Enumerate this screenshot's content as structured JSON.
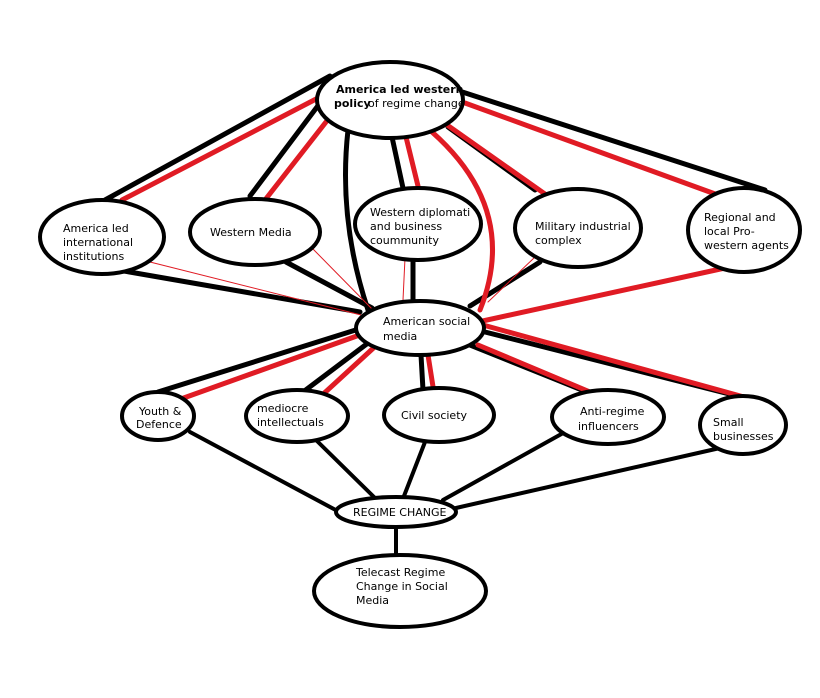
{
  "colors": {
    "black_link": "#000000",
    "red_link": "#e01b24",
    "node_fill": "#ffffff",
    "node_stroke": "#000000"
  },
  "nodes": {
    "policy": {
      "line1": "America led western",
      "line2": "policy",
      "line3": "of regime change"
    },
    "institutions": {
      "line1": "America led",
      "line2": "international",
      "line3": "institutions"
    },
    "media": {
      "line1": "Western Media"
    },
    "diplomatic": {
      "line1": "Western diplomati",
      "line2": "and business",
      "line3": "coummunity"
    },
    "military": {
      "line1": "Military industrial",
      "line2": "complex"
    },
    "regional": {
      "line1": "Regional and",
      "line2": "local Pro-",
      "line3": "western agents"
    },
    "social": {
      "line1": "American social",
      "line2": "media"
    },
    "youth": {
      "line1": "Youth &",
      "line2": "Defence"
    },
    "intellectuals": {
      "line1": "mediocre",
      "line2": "intellectuals"
    },
    "civil": {
      "line1": "Civil society"
    },
    "influencers": {
      "line1": "Anti-regime",
      "line2": "influencers"
    },
    "small": {
      "line1": "Small",
      "line2": "businesses"
    },
    "regime": {
      "line1": "REGIME CHANGE"
    },
    "telecast": {
      "line1": "Telecast Regime",
      "line2": "Change in Social",
      "line3": "Media"
    }
  }
}
